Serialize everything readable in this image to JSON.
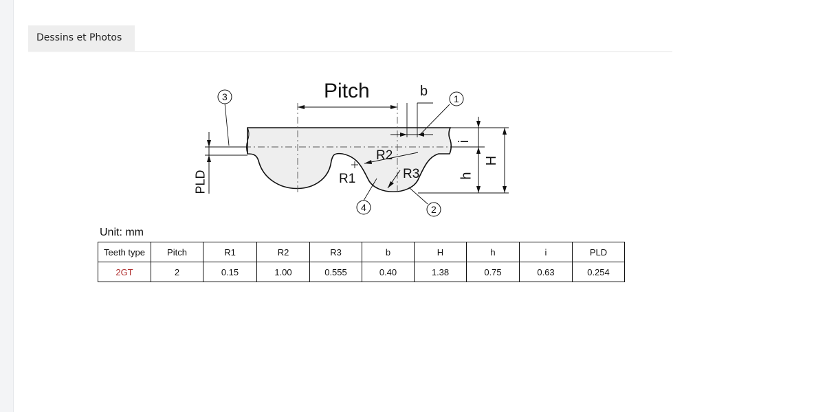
{
  "section_tab": {
    "label": "Dessins et Photos"
  },
  "drawing": {
    "labels": {
      "pitch": "Pitch",
      "b": "b",
      "r1": "R1",
      "r2": "R2",
      "r3": "R3",
      "h_small": "h",
      "h_big": "H",
      "i": "i",
      "pld": "PLD"
    },
    "callouts": [
      "1",
      "2",
      "3",
      "4"
    ]
  },
  "spec_table": {
    "unit": "Unit:  mm",
    "headers": [
      "Teeth type",
      "Pitch",
      "R1",
      "R2",
      "R3",
      "b",
      "H",
      "h",
      "i",
      "PLD"
    ],
    "rows": [
      [
        "2GT",
        "2",
        "0.15",
        "1.00",
        "0.555",
        "0.40",
        "1.38",
        "0.75",
        "0.63",
        "0.254"
      ]
    ],
    "teeth_type_color": "#b03030"
  }
}
